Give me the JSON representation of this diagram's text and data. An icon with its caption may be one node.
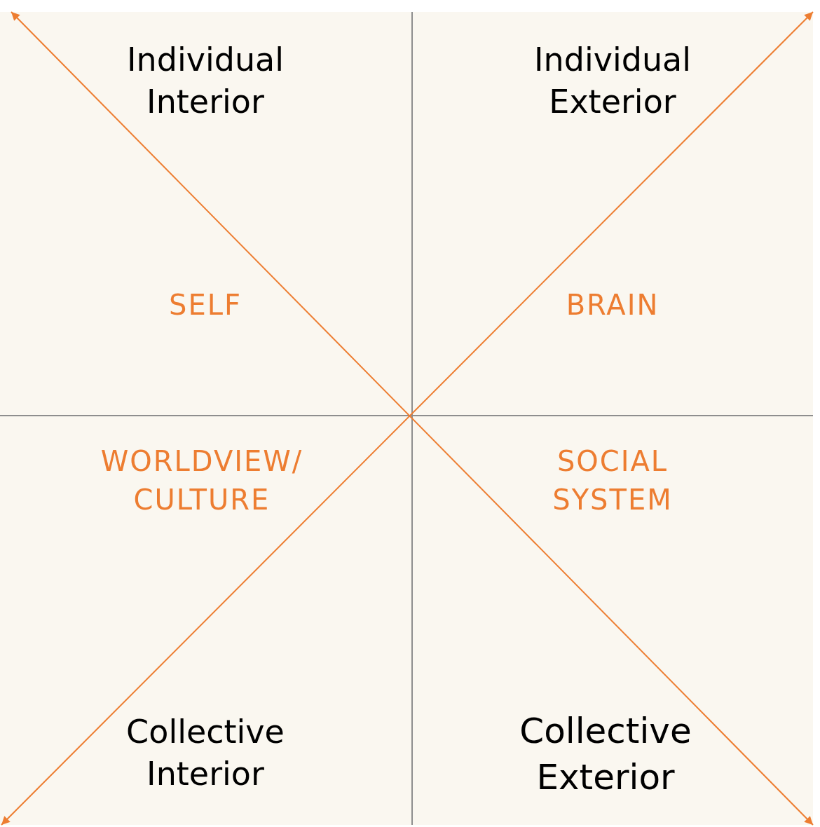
{
  "diagram": {
    "nodes": [
      {
        "text": [
          "Individual Interior",
          "SELF"
        ]
      },
      {
        "text": [
          "Individual Exterior",
          "BRAIN"
        ]
      },
      {
        "text": [
          "WORLDVIEW/ CULTURE",
          "Collective Interior"
        ]
      },
      {
        "text": [
          "SOCIAL SYSTEM",
          "Collective Exterior"
        ]
      }
    ],
    "edges": [
      {
        "from": 0,
        "to": 3,
        "arrow": "both"
      },
      {
        "from": 1,
        "to": 2,
        "arrow": "both"
      }
    ]
  }
}
